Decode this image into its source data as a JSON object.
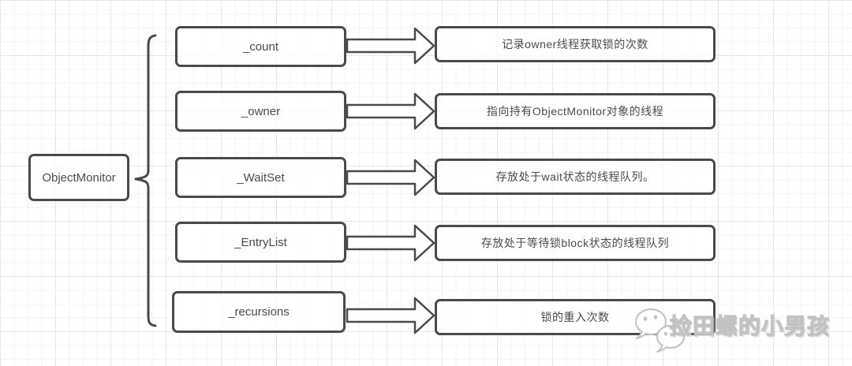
{
  "diagram": {
    "root_label": "ObjectMonitor",
    "rows": [
      {
        "field": "_count",
        "desc": "记录owner线程获取锁的次数"
      },
      {
        "field": "_owner",
        "desc": "指向持有ObjectMonitor对象的线程"
      },
      {
        "field": "_WaitSet",
        "desc": "存放处于wait状态的线程队列。"
      },
      {
        "field": "_EntryList",
        "desc": "存放处于等待锁block状态的线程队列"
      },
      {
        "field": "_recursions",
        "desc": "锁的重入次数"
      }
    ],
    "colors": {
      "stroke": "#4a4a4a",
      "text": "#4a4a4a",
      "watermark_outline": "#c2c2c2"
    }
  },
  "watermark": {
    "text": "捡田螺的小男孩"
  }
}
